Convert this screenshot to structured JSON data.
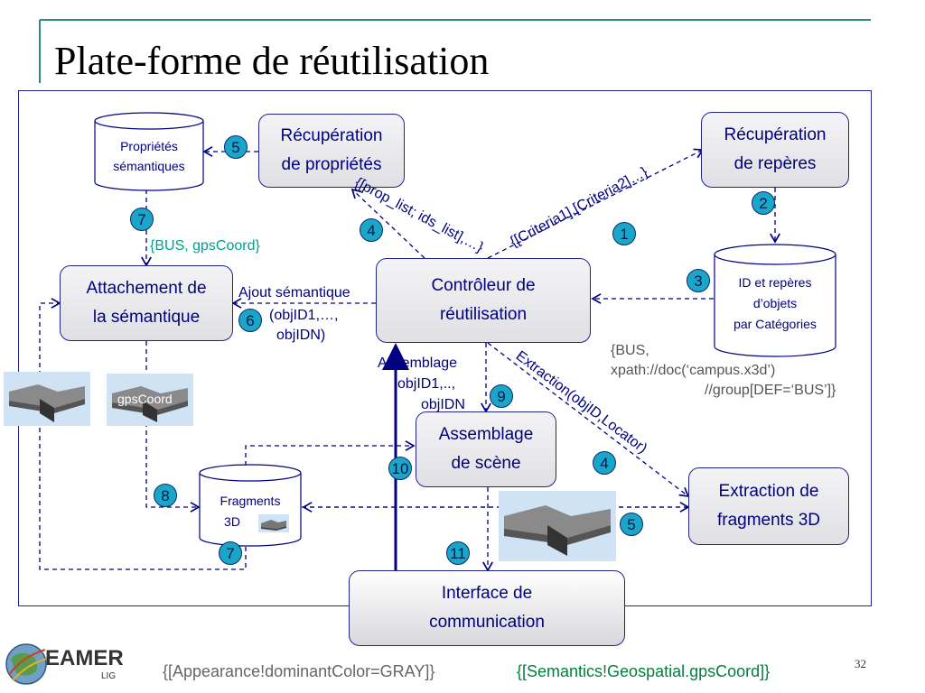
{
  "title": "Plate-forme de réutilisation",
  "boxes": {
    "recup_props": [
      "Récupération",
      "de propriétés"
    ],
    "recup_reperes": [
      "Récupération",
      "de repères"
    ],
    "controleur": [
      "Contrôleur de",
      "réutilisation"
    ],
    "attachement": [
      "Attachement de",
      "la sémantique"
    ],
    "assemblage_scene": [
      "Assemblage",
      "de scène"
    ],
    "extraction": [
      "Extraction de",
      "fragments 3D"
    ],
    "interface": [
      "Interface de",
      "communication"
    ]
  },
  "cylinders": {
    "proprietes": [
      "Propriétés",
      "sémantiques"
    ],
    "ids": [
      "ID et repères",
      "d’objets",
      "par Catégories"
    ],
    "fragments": [
      "Fragments",
      "3D"
    ]
  },
  "badges": {
    "b5_top": "5",
    "b7_top": "7",
    "b4_mid": "4",
    "b1": "1",
    "b2": "2",
    "b3": "3",
    "b6": "6",
    "b9": "9",
    "b10": "10",
    "b4_low": "4",
    "b8": "8",
    "b7_low": "7",
    "b11": "11",
    "b5_low": "5"
  },
  "labels": {
    "bus_gps": "{BUS, gpsCoord}",
    "ajout": [
      "Ajout sémantique",
      "(objID1,…,",
      "objIDN)"
    ],
    "assemblage_ids": [
      "Assemblage",
      "objID1,..,",
      "objIDN"
    ],
    "bus_xpath": [
      "{BUS,",
      "xpath://doc(‘campus.x3d’)",
      "//group[DEF=‘BUS’]}"
    ],
    "gpscoord": "gpsCoord",
    "prop_list": "{[prop_list; ids_list],…}",
    "criteria": "{[Criteria1],[Criteria2]…}",
    "extraction_call": "Extraction(objID,Locator)"
  },
  "footer": {
    "logo_text": "EAMER",
    "logo_sub": "LIG",
    "appearance": "{[Appearance!dominantColor=GRAY]}",
    "semantics": "{[Semantics!Geospatial.gpsCoord]}",
    "page": "32"
  },
  "colors": {
    "accent": "#000080",
    "teal": "#00a090",
    "badge": "#1aa6c8",
    "frame": "#23238e",
    "title_rule": "#2a8a8a"
  }
}
